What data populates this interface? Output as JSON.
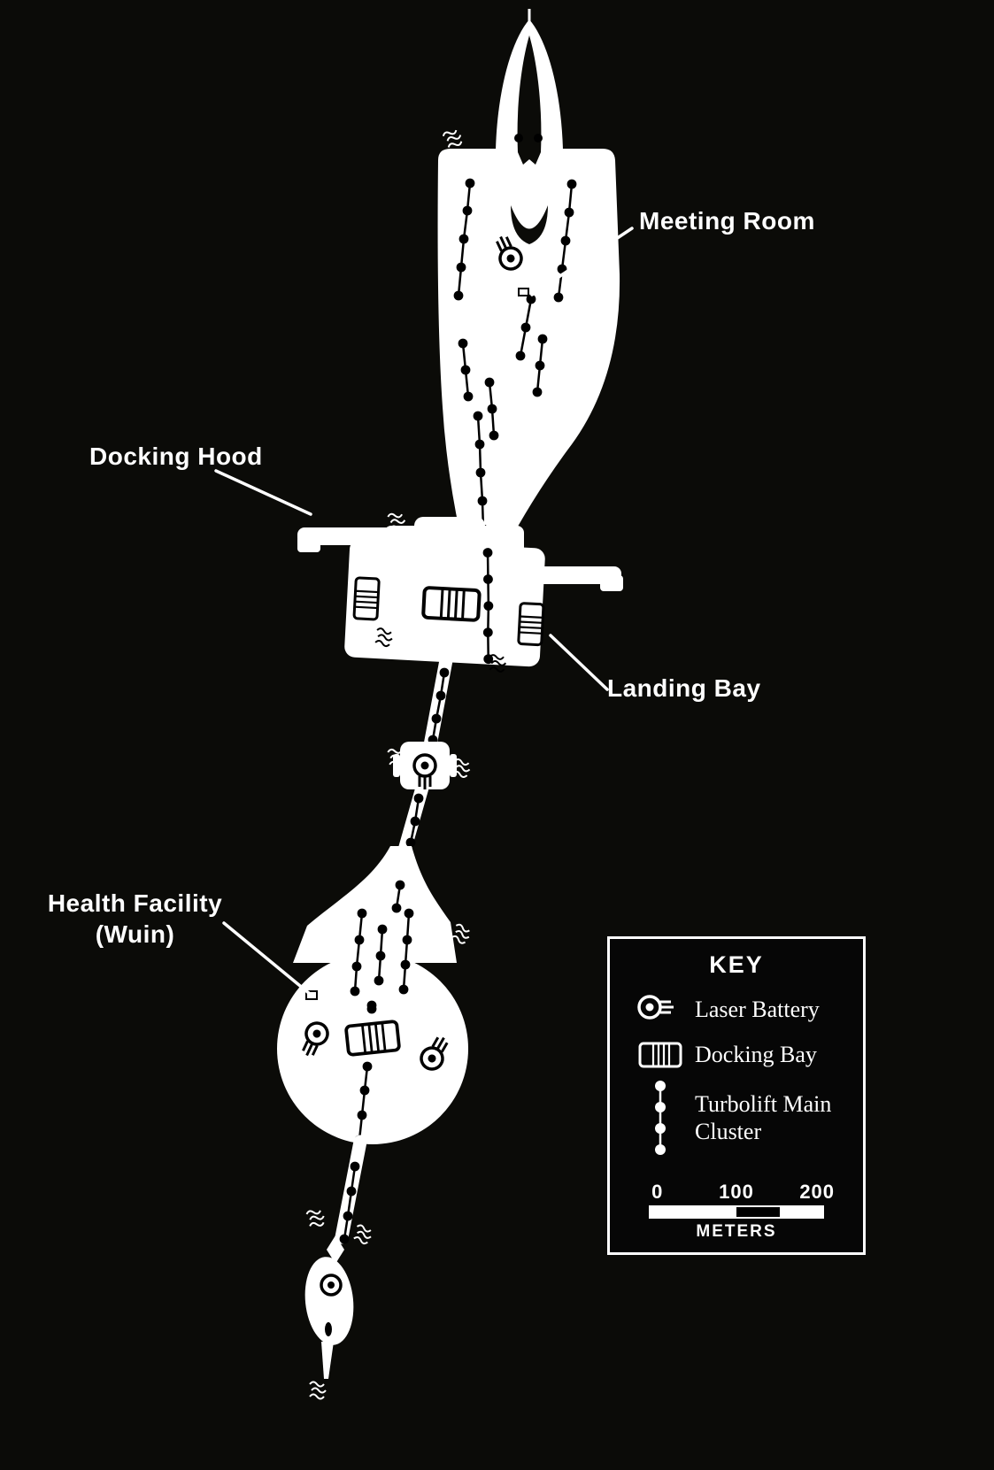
{
  "map": {
    "description": "Space station deck plan, white silhouette on black",
    "labels": {
      "meeting_room": "Meeting Room",
      "docking_hood": "Docking Hood",
      "landing_bay": "Landing Bay",
      "health_facility": "Health Facility",
      "health_facility_sub": "(Wuin)"
    }
  },
  "key": {
    "title": "KEY",
    "items": [
      {
        "icon": "laser-battery-icon",
        "label": "Laser Battery"
      },
      {
        "icon": "docking-bay-icon",
        "label": "Docking Bay"
      },
      {
        "icon": "turbolift-icon",
        "label": "Turbolift Main Cluster"
      }
    ],
    "scale": {
      "tick0": "0",
      "tick1": "100",
      "tick2": "200",
      "unit": "METERS"
    }
  },
  "colors": {
    "background": "#0b0b08",
    "station": "#ffffff",
    "detail": "#000000",
    "text": "#ffffff"
  }
}
